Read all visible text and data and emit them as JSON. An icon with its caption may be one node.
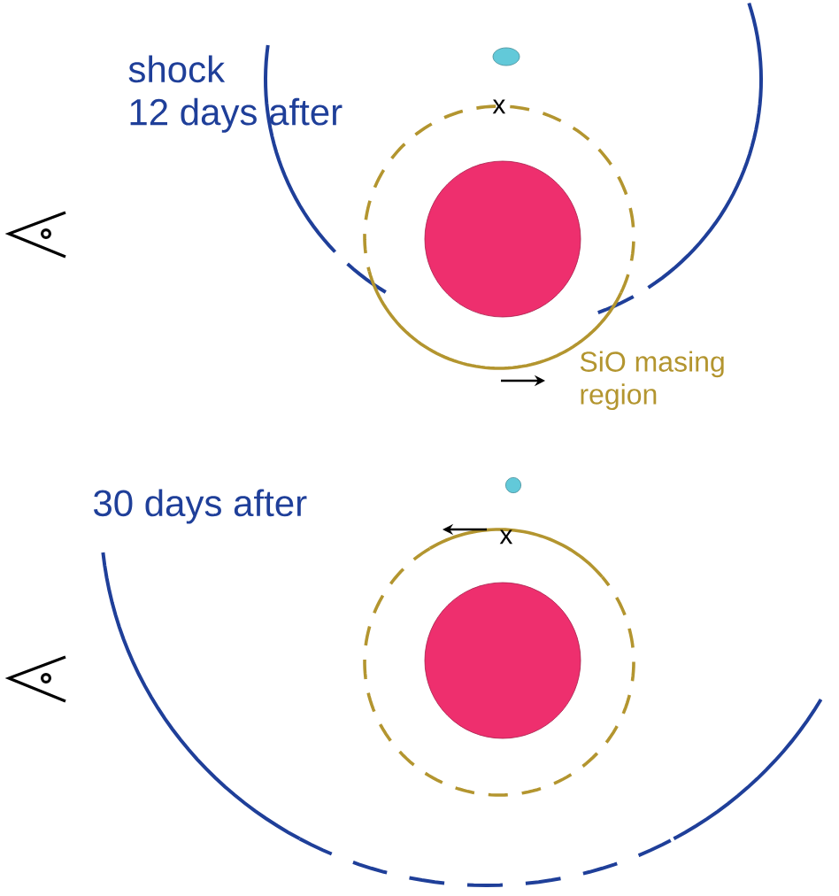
{
  "diagram": {
    "labels": [
      "shock 12 days after",
      "x",
      "SiO masing region",
      "30 days after",
      "x"
    ]
  }
}
